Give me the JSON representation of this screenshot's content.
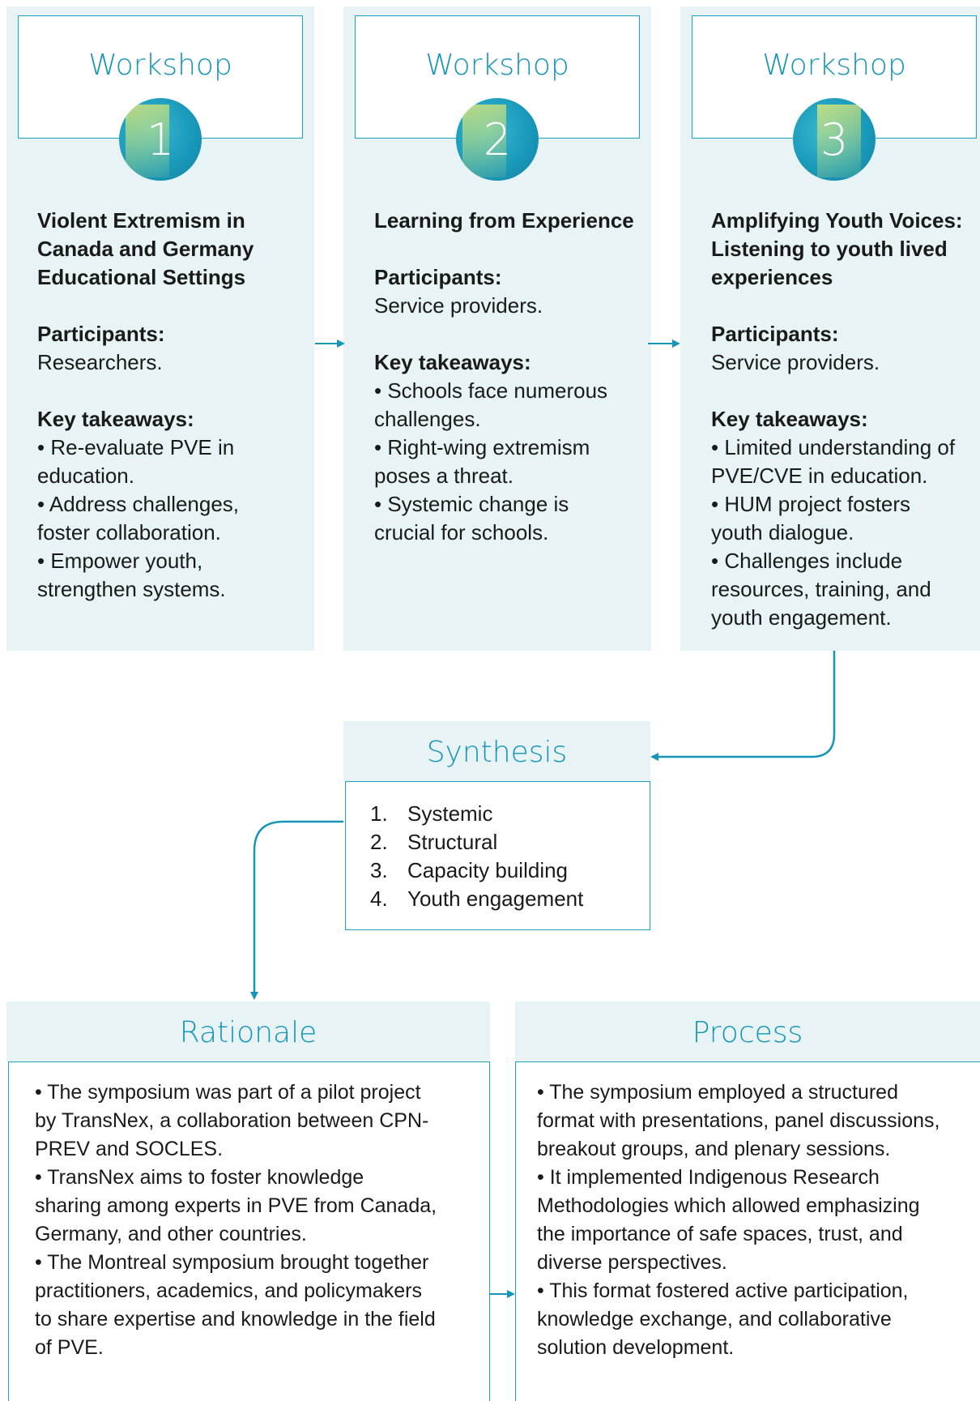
{
  "workshops": [
    {
      "label": "Workshop",
      "number": "1",
      "title_lines": [
        "Violent Extremism in",
        "Canada and Germany",
        "Educational Settings"
      ],
      "participants_label": "Participants:",
      "participants": "Researchers.",
      "takeaways_label": "Key takeaways:",
      "takeaways": [
        [
          "• Re-evaluate PVE in",
          "education."
        ],
        [
          "• Address challenges,",
          "foster collaboration."
        ],
        [
          "• Empower youth,",
          "strengthen systems."
        ]
      ]
    },
    {
      "label": "Workshop",
      "number": "2",
      "title_lines": [
        "Learning from Experience"
      ],
      "participants_label": "Participants:",
      "participants": "Service providers.",
      "takeaways_label": "Key takeaways:",
      "takeaways": [
        [
          "• Schools face numerous",
          "challenges."
        ],
        [
          "• Right-wing extremism",
          "poses a threat."
        ],
        [
          "• Systemic change is",
          "crucial for schools."
        ]
      ]
    },
    {
      "label": "Workshop",
      "number": "3",
      "title_lines": [
        "Amplifying Youth Voices:",
        "Listening to youth lived",
        "experiences"
      ],
      "participants_label": "Participants:",
      "participants": "Service providers.",
      "takeaways_label": "Key takeaways:",
      "takeaways": [
        [
          "• Limited understanding of",
          "PVE/CVE in education."
        ],
        [
          "• HUM project fosters",
          "youth dialogue."
        ],
        [
          "• Challenges include",
          "resources, training, and",
          "youth engagement."
        ]
      ]
    }
  ],
  "synthesis": {
    "title": "Synthesis",
    "items": [
      {
        "num": "1.",
        "text": "Systemic"
      },
      {
        "num": "2.",
        "text": "Structural"
      },
      {
        "num": "3.",
        "text": "Capacity building"
      },
      {
        "num": "4.",
        "text": "Youth engagement"
      }
    ]
  },
  "rationale": {
    "title": "Rationale",
    "lines": [
      "• The symposium was part of a pilot project",
      "by TransNex, a collaboration between CPN-",
      "PREV and SOCLES.",
      "• TransNex aims to foster knowledge",
      "sharing among experts in PVE from Canada,",
      "Germany, and other countries.",
      "• The Montreal symposium brought together",
      "practitioners, academics, and policymakers",
      "to share expertise and knowledge in the field",
      "of PVE."
    ]
  },
  "process": {
    "title": "Process",
    "lines": [
      "• The symposium employed a structured",
      "format with presentations, panel discussions,",
      "breakout groups, and plenary sessions.",
      "• It implemented Indigenous Research",
      "Methodologies which allowed emphasizing",
      "the importance of safe spaces, trust, and",
      "diverse perspectives.",
      "• This format fostered active participation,",
      "knowledge exchange, and collaborative",
      "solution development."
    ]
  },
  "colors": {
    "accent": "#1596b8",
    "panel": "#e8f3f6",
    "line": "#1aa3c2"
  }
}
